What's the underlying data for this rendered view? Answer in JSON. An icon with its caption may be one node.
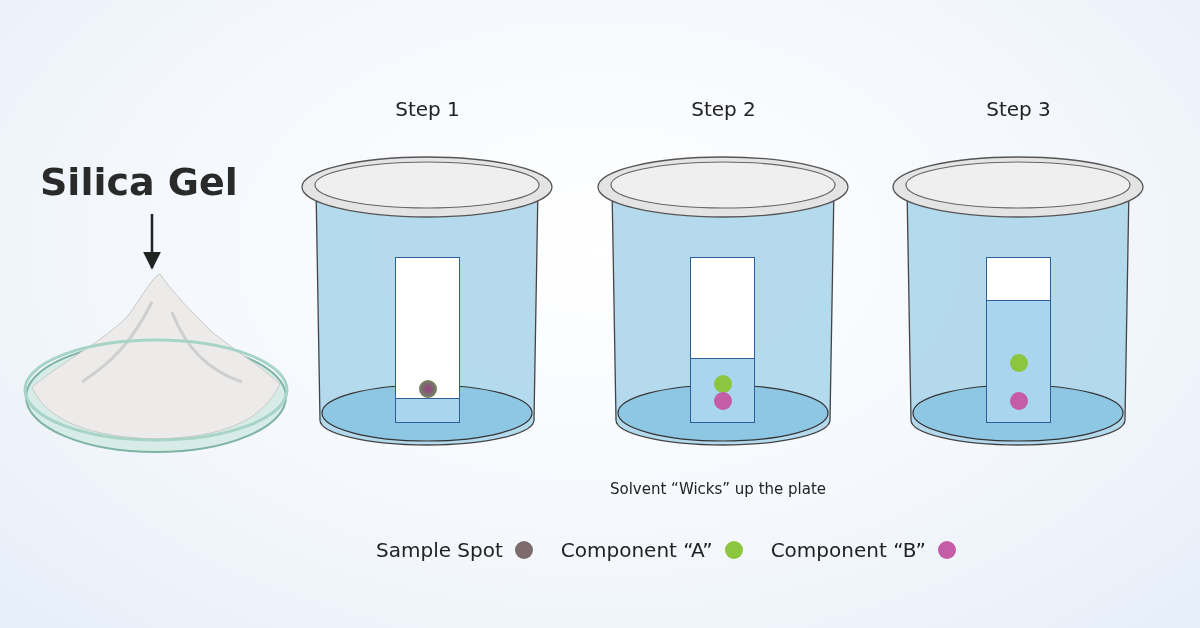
{
  "diagram": {
    "nodes": [
      {
        "text": [
          "Silica Gel"
        ]
      },
      {
        "text": [],
        "shape": "picture"
      },
      {
        "text": [
          "Step 1"
        ]
      },
      {
        "text": [],
        "shape": "box",
        "in": 2
      },
      {
        "text": [],
        "shape": "circle",
        "in": 3
      },
      {
        "text": [
          "Step 2"
        ]
      },
      {
        "text": [],
        "shape": "box",
        "in": 5
      },
      {
        "text": [],
        "shape": "circle",
        "in": 6
      },
      {
        "text": [],
        "shape": "circle",
        "in": 6
      },
      {
        "text": [
          "Step 3"
        ]
      },
      {
        "text": [],
        "shape": "box",
        "in": 9
      },
      {
        "text": [],
        "shape": "circle",
        "in": 10
      },
      {
        "text": [],
        "shape": "circle",
        "in": 10
      }
    ],
    "edges": [
      {
        "from": 0,
        "to": 1,
        "arrow": "to"
      }
    ],
    "labels": [
      "Solvent “Wicks” up the plate"
    ],
    "legend": [
      {
        "text": "Sample Spot",
        "color": "#7d6b6e"
      },
      {
        "text": "Component “A”",
        "color": "#8cc63f"
      },
      {
        "text": "Component “B”",
        "color": "#c45ca8"
      }
    ]
  }
}
